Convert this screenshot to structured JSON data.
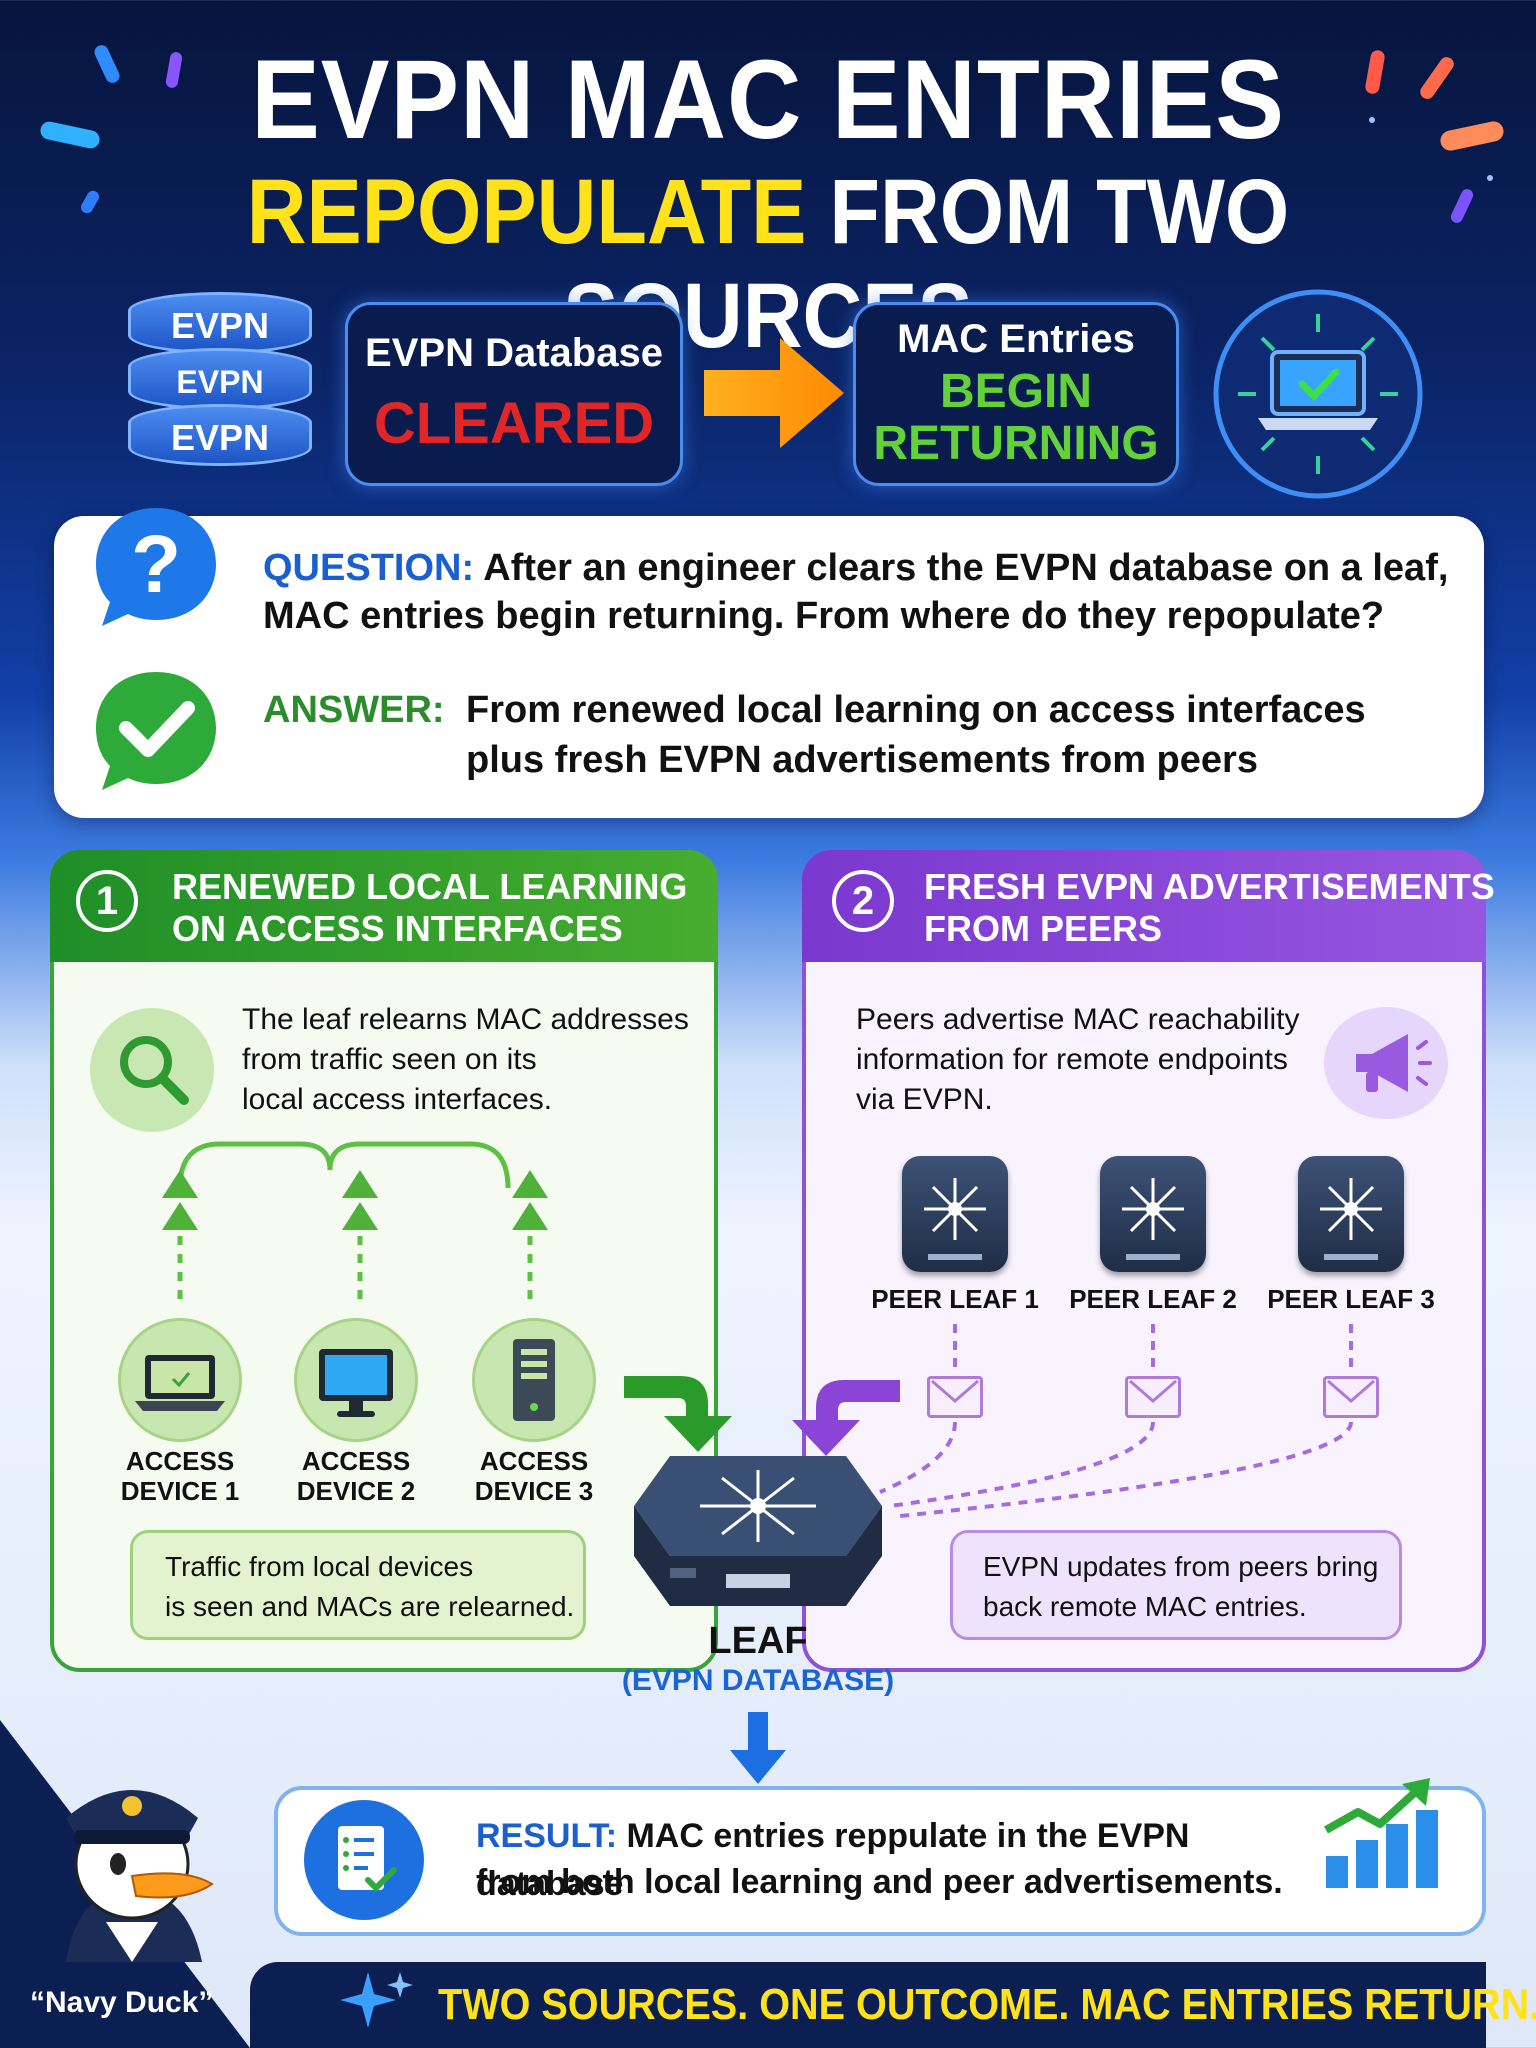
{
  "header": {
    "title_line1": "EVPN MAC ENTRIES",
    "title_highlight": "REPOPULATE",
    "title_rest": "FROM TWO SOURCES"
  },
  "top_flow": {
    "db_labels": [
      "EVPN",
      "EVPN",
      "EVPN"
    ],
    "left_box_line1": "EVPN Database",
    "left_box_line2": "CLEARED",
    "right_box_line1": "MAC Entries",
    "right_box_line2": "BEGIN",
    "right_box_line3": "RETURNING"
  },
  "qa": {
    "question_label": "QUESTION:",
    "question_line1": "After an engineer clears the EVPN database on a leaf,",
    "question_line2": "MAC entries begin returning. From where do they repopulate?",
    "answer_label": "ANSWER:",
    "answer_line1": "From renewed local learning on access interfaces",
    "answer_line2": "plus fresh EVPN advertisements from peers"
  },
  "panel_local": {
    "number": "1",
    "title_line1": "RENEWED LOCAL LEARNING",
    "title_line2": "ON ACCESS INTERFACES",
    "desc_line1": "The leaf relearns MAC addresses",
    "desc_line2": "from traffic seen on its",
    "desc_line3": "local access interfaces.",
    "devices": [
      {
        "line1": "ACCESS",
        "line2": "DEVICE 1"
      },
      {
        "line1": "ACCESS",
        "line2": "DEVICE 2"
      },
      {
        "line1": "ACCESS",
        "line2": "DEVICE 3"
      }
    ],
    "note_line1": "Traffic from local devices",
    "note_line2": "is seen and MACs are relearned."
  },
  "panel_peers": {
    "number": "2",
    "title_line1": "FRESH EVPN ADVERTISEMENTS",
    "title_line2": "FROM PEERS",
    "desc_line1": "Peers advertise MAC reachability",
    "desc_line2": "information for remote endpoints",
    "desc_line3": "via EVPN.",
    "peers": [
      "PEER LEAF 1",
      "PEER LEAF 2",
      "PEER LEAF 3"
    ],
    "note_line1": "EVPN updates from peers bring",
    "note_line2": "back remote MAC entries."
  },
  "leaf": {
    "label": "LEAF",
    "sublabel": "(EVPN DATABASE)"
  },
  "result": {
    "label": "RESULT:",
    "line1": "MAC entries reppulate in the EVPN database",
    "line2": "from both local learning and peer advertisements."
  },
  "footer": {
    "mascot_caption": "“Navy Duck”",
    "tagline": "TWO SOURCES. ONE OUTCOME. MAC ENTRIES RETURN."
  },
  "colors": {
    "navy": "#0a1b4e",
    "yellow": "#ffe21a",
    "red": "#e02020",
    "green": "#2e9a2a",
    "purple": "#8a45d6",
    "blue": "#1c6fe0"
  }
}
